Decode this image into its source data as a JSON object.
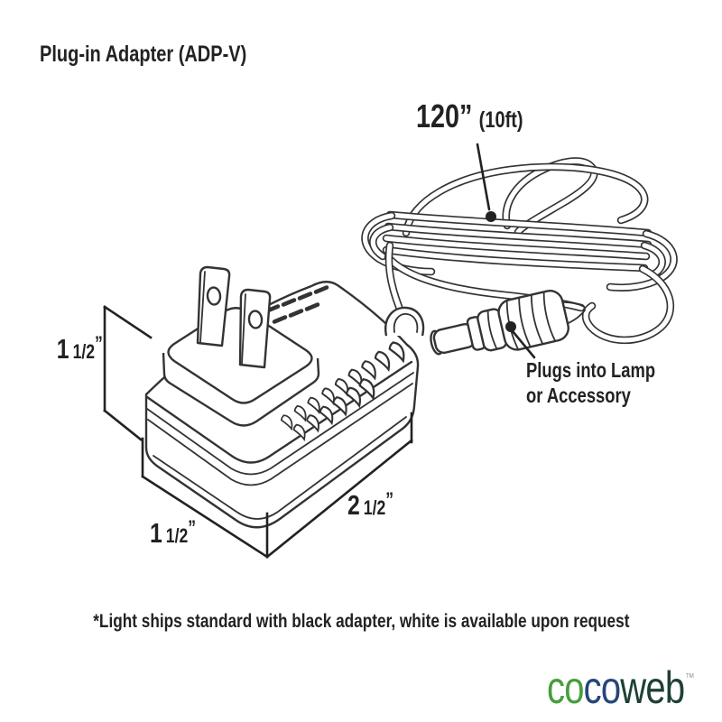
{
  "title": "Plug-in Adapter (ADP-V)",
  "cable_callout": {
    "length": "120”",
    "feet": "(10ft)"
  },
  "connector_callout": {
    "line1": "Plugs into Lamp",
    "line2": "or Accessory"
  },
  "dimensions": {
    "height": {
      "whole": "1",
      "fraction": "1/2",
      "unit": "”"
    },
    "depth": {
      "whole": "1",
      "fraction": "1/2",
      "unit": "”"
    },
    "width": {
      "whole": "2",
      "fraction": "1/2",
      "unit": "”"
    }
  },
  "footnote": "*Light ships standard with black adapter, white is available upon request",
  "logo": {
    "parts": [
      {
        "text": "co",
        "color": "#459f3c"
      },
      {
        "text": "co",
        "color": "#274678"
      },
      {
        "text": "web",
        "color": "#1d4133"
      }
    ],
    "trademark": "™"
  },
  "colors": {
    "ink": "#333333",
    "background": "#ffffff"
  }
}
